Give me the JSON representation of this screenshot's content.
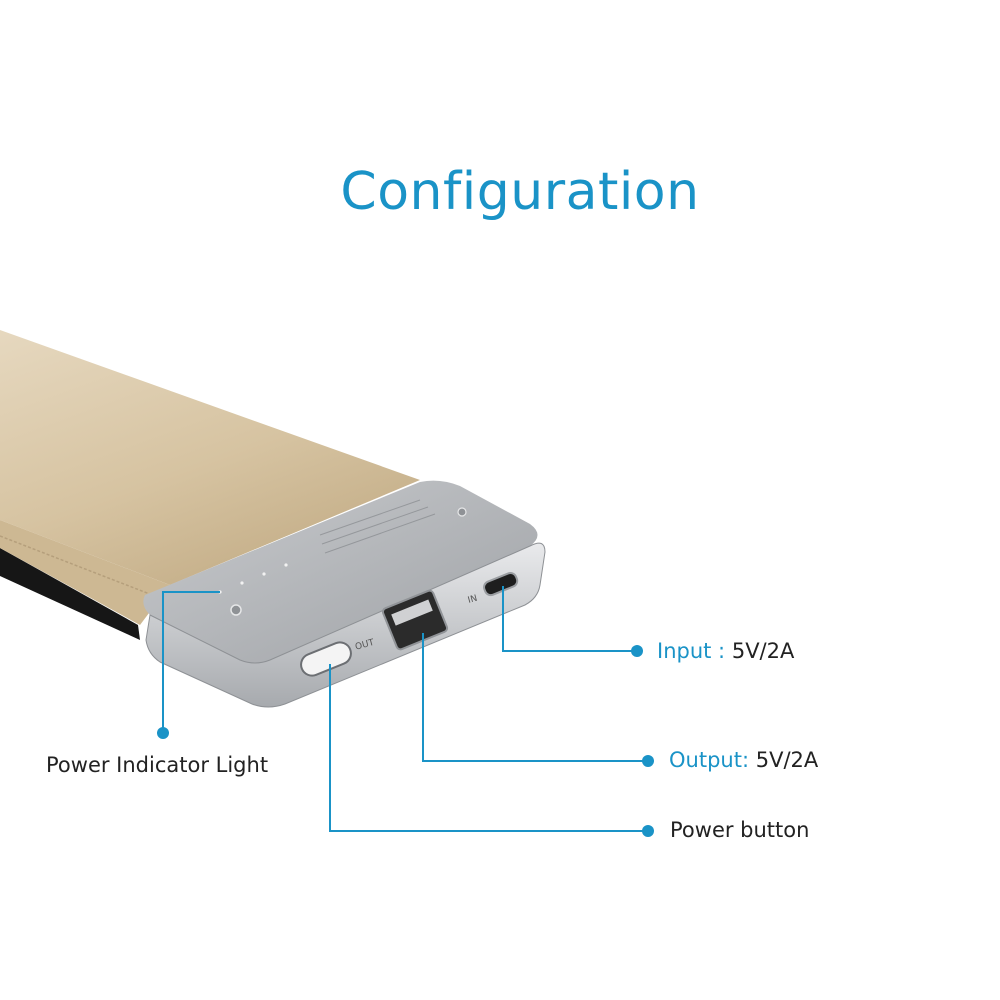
{
  "title": "Configuration",
  "callouts": {
    "input": {
      "key": "Input :",
      "value": "5V/2A"
    },
    "output": {
      "key": "Output:",
      "value": "5V/2A"
    },
    "power_button": {
      "text": "Power button"
    },
    "power_light": {
      "text": "Power Indicator Light"
    }
  },
  "device": {
    "port_in_label": "IN",
    "port_out_label": "OUT"
  },
  "colors": {
    "accent": "#1a93c7",
    "body": "#d8c5a5",
    "cap": "#b8babd"
  }
}
